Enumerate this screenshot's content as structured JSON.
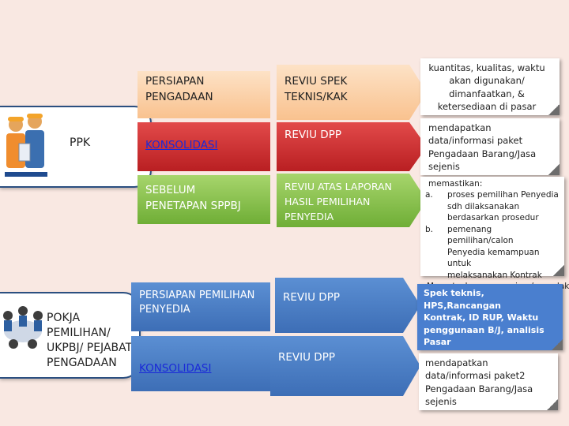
{
  "actors": {
    "ppk": "PPK",
    "pokja": "POKJA\nPEMILIHAN/\nUKPBJ/ PEJABAT\nPENGADAAN"
  },
  "stages": {
    "persiapan_pengadaan": "PERSIAPAN\nPENGADAAN",
    "konsolidasi_ppk": "KONSOLIDASI",
    "sebelum_penetapan": "SEBELUM\nPENETAPAN SPPBJ",
    "persiapan_pemilihan": "PERSIAPAN PEMILIHAN\nPENYEDIA",
    "konsolidasi_pokja": "KONSOLIDASI"
  },
  "reviews": {
    "spek": "REVIU SPEK\nTEKNIS/KAK",
    "dpp_ppk": "REVIU DPP",
    "laporan": "REVIU ATAS LAPORAN\nHASIL PEMILIHAN\nPENYEDIA",
    "dpp_pokja_1": "REVIU DPP",
    "dpp_pokja_2": "REVIU DPP"
  },
  "notes": {
    "n1": "kuantitas, kualitas, waktu\nakan digunakan/\ndimanfaatkan, &\nketersediaan di pasar",
    "n2": "mendapatkan\ndata/informasi paket\nPengadaan Barang/Jasa\nsejenis",
    "n3_title": "memastikan:",
    "n3_a_marker": "a.",
    "n3_a": "proses pemilihan Penyedia\nsdh dilaksanakan\nberdasarkan prosedur",
    "n3_b_marker": "b.",
    "n3_b": "pemenang pemilihan/calon\nPenyedia kemampuan untuk\nmelaksanakan Kontrak",
    "n3_footer": "Memutuskan : menerima/menolak",
    "n4": "Spek teknis, HPS,Rancangan\nKontrak, ID RUP, Waktu\npenggunaan B/J, analisis\nPasar",
    "n5": "mendapatkan\ndata/informasi paket2\nPengadaan Barang/Jasa\nsejenis"
  },
  "colors": {
    "background": "#f9e8e2",
    "peach": "#f9c28f",
    "red": "#c8282a",
    "green": "#7cb83f",
    "blue": "#4a7fcf",
    "border": "#2b4f80"
  }
}
